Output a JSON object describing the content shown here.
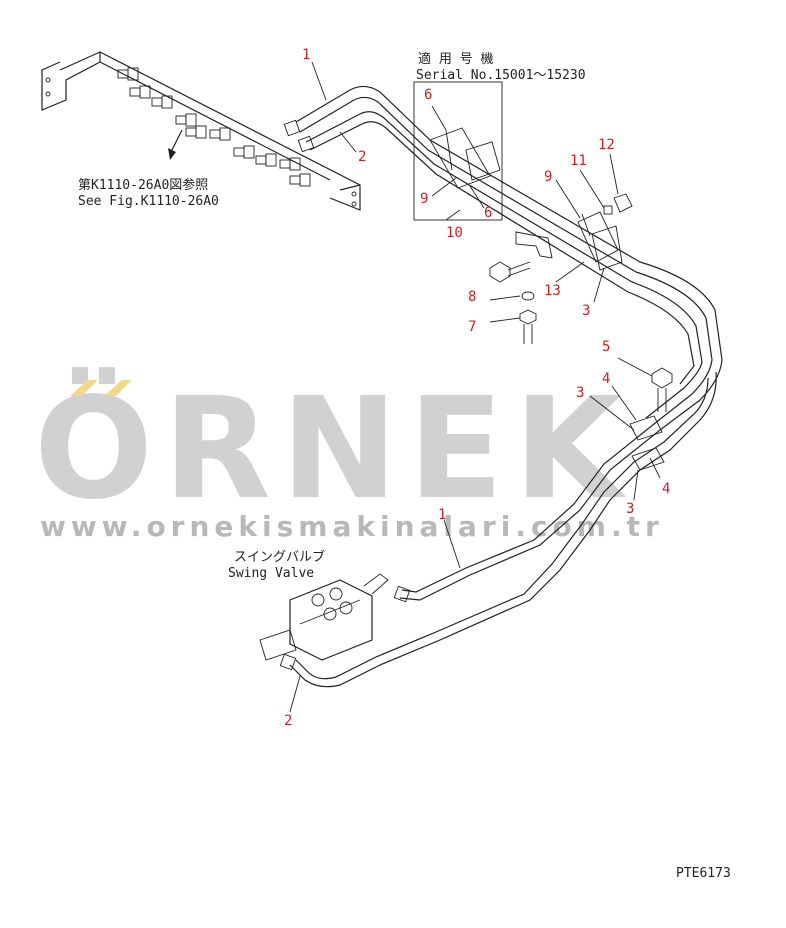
{
  "watermark": {
    "logo": "ÖRNEK",
    "url": "www.ornekismakinalari.com.tr"
  },
  "notes": {
    "serial_jp": "適 用 号 機",
    "serial_en": "Serial No.15001～15230",
    "ref_jp": "第K1110-26A0図参照",
    "ref_en": "See Fig.K1110-26A0",
    "valve_jp": "スイングバルブ",
    "valve_en": "Swing Valve",
    "drawing_no": "PTE6173"
  },
  "callouts": {
    "c1_top": "1",
    "c2_top": "2",
    "c6_box_top": "6",
    "c9_box": "9",
    "c6_box_bottom": "6",
    "c10": "10",
    "c9_right": "9",
    "c11": "11",
    "c12": "12",
    "c13": "13",
    "c3_upper": "3",
    "c8": "8",
    "c7": "7",
    "c5": "5",
    "c4_upper": "4",
    "c3_mid": "3",
    "c4_lower": "4",
    "c3_lower": "3",
    "c1_bottom": "1",
    "c2_bottom": "2"
  },
  "colors": {
    "callout": "#cc2222",
    "linework": "#222222",
    "watermark": "#c9c9c9",
    "watermark_accent": "#f2d98a"
  }
}
